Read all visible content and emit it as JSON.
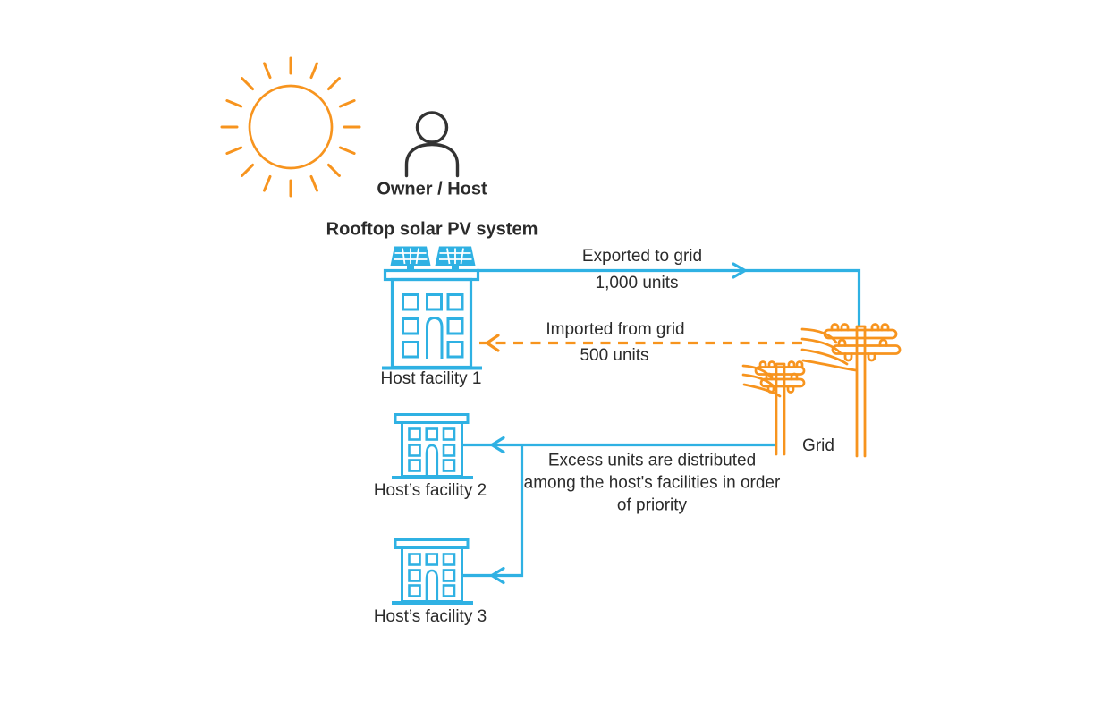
{
  "colors": {
    "blue": "#2FB1E3",
    "orange": "#F7941E",
    "text": "#2B2B2B",
    "dark": "#333333"
  },
  "scene": {
    "owner": {
      "label": "Owner / Host"
    },
    "system_title": "Rooftop solar PV system",
    "facility1": {
      "label": "Host facility 1"
    },
    "facility2": {
      "label": "Host’s facility 2"
    },
    "facility3": {
      "label": "Host’s facility 3"
    },
    "grid": {
      "label": "Grid"
    },
    "flows": {
      "export": {
        "label": "Exported to grid",
        "value": "1,000 units"
      },
      "import": {
        "label": "Imported from grid",
        "value": "500 units"
      },
      "excess": {
        "note": "Excess units are distributed among the host's facilities in order of priority"
      }
    },
    "icons": [
      "sun-icon",
      "person-icon",
      "solar-panel-icon",
      "building-icon",
      "power-pole-icon"
    ]
  }
}
